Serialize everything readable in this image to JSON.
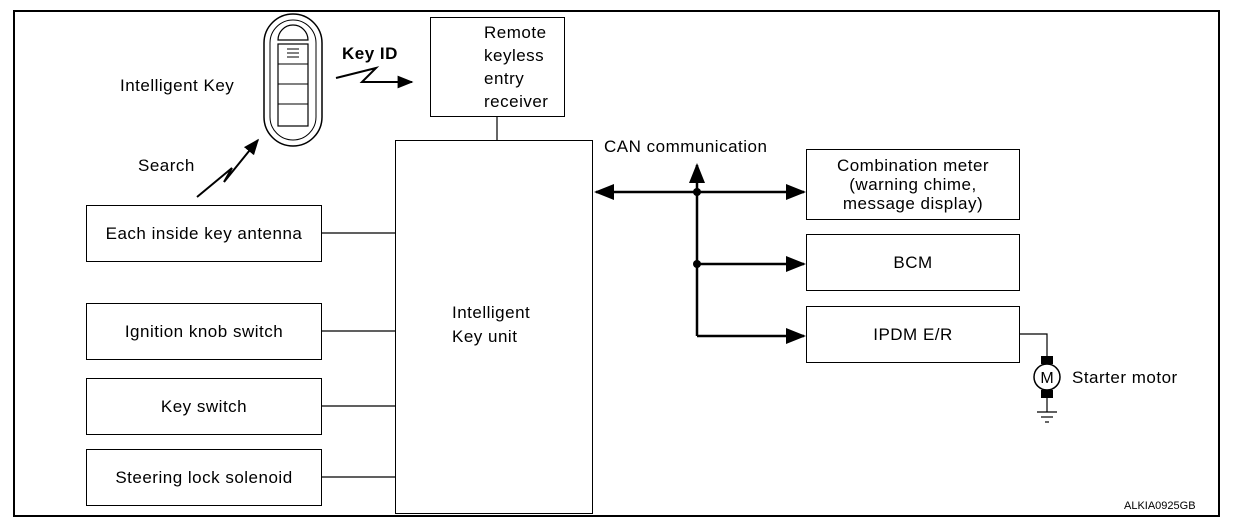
{
  "diagram": {
    "intelligent_key_label": "Intelligent Key",
    "search_label": "Search",
    "key_id_label": "Key ID",
    "receiver_lines": [
      "Remote",
      "keyless",
      "entry",
      "receiver"
    ],
    "can_label": "CAN communication",
    "unit_lines": [
      "Intelligent",
      "Key unit"
    ],
    "inputs": {
      "antenna": "Each inside key antenna",
      "ignition": "Ignition knob switch",
      "key_switch": "Key switch",
      "steering": "Steering lock solenoid"
    },
    "outputs": {
      "meter_lines": [
        "Combination meter",
        "(warning chime,",
        "message display)"
      ],
      "bcm": "BCM",
      "ipdm": "IPDM E/R"
    },
    "motor_symbol": "M",
    "motor_label": "Starter motor",
    "figure_code": "ALKIA0925GB"
  }
}
